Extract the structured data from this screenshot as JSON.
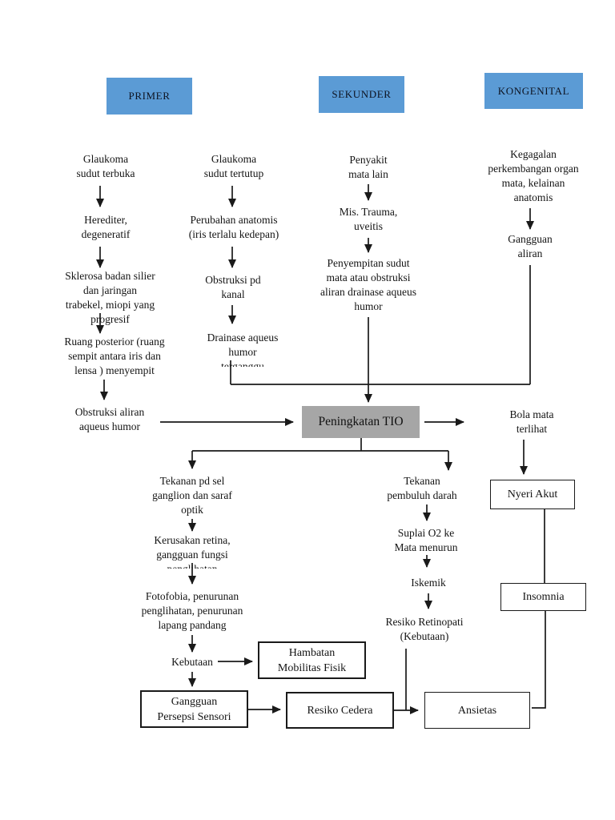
{
  "headers": {
    "primer": "PRIMER",
    "sekunder": "SEKUNDER",
    "kongenital": "KONGENITAL"
  },
  "nodes": {
    "glaukoma_terbuka": "Glaukoma\nsudut terbuka",
    "herediter": "Herediter,\ndegeneratif",
    "sklerosa": "Sklerosa badan silier\ndan jaringan\ntrabekel, miopi yang\nprogresif",
    "ruang_posterior": "Ruang posterior (ruang\nsempit antara iris dan\nlensa ) menyempit",
    "obstruksi_aliran": "Obstruksi aliran\naqueus humor",
    "glaukoma_tertutup": "Glaukoma\nsudut tertutup",
    "perubahan_anatomis": "Perubahan anatomis\n(iris terlalu kedepan)",
    "obstruksi_kanal": "Obstruksi pd\nkanal",
    "drainase": "Drainase aqueus\nhumor\nterganggu",
    "penyakit_mata": "Penyakit\nmata lain",
    "mis_trauma": "Mis. Trauma,\nuveitis",
    "penyempitan": "Penyempitan sudut\nmata atau obstruksi\naliran drainase aqueus\nhumor",
    "kegagalan": "Kegagalan\nperkembangan organ\nmata, kelainan\nanatomis",
    "gangguan_aliran": "Gangguan\naliran",
    "peningkatan_tio": "Peningkatan TIO",
    "bola_mata": "Bola mata\nterlihat",
    "tekanan_sel": "Tekanan pd sel\nganglion dan saraf\noptik",
    "kerusakan_retina": "Kerusakan retina,\ngangguan fungsi\npenglihatan",
    "fotofobia": "Fotofobia, penurunan\npenglihatan, penurunan\nlapang pandang",
    "kebutaan": "Kebutaan",
    "hambatan_mobilitas": "Hambatan\nMobilitas Fisik",
    "gangguan_persepsi": "Gangguan\nPersepsi Sensori",
    "resiko_cedera": "Resiko Cedera",
    "ansietas": "Ansietas",
    "tekanan_pembuluh": "Tekanan\npembuluh darah",
    "suplai_o2": "Suplai O2 ke\nMata menurun",
    "iskemik": "Iskemik",
    "resiko_retinopati": "Resiko Retinopati\n(Kebutaan)",
    "nyeri_akut": "Nyeri Akut",
    "insomnia": "Insomnia"
  },
  "palette": {
    "category_fill": "#5b9bd5",
    "tio_fill": "#a6a6a6",
    "line": "#1a1a1a",
    "background": "#ffffff"
  }
}
